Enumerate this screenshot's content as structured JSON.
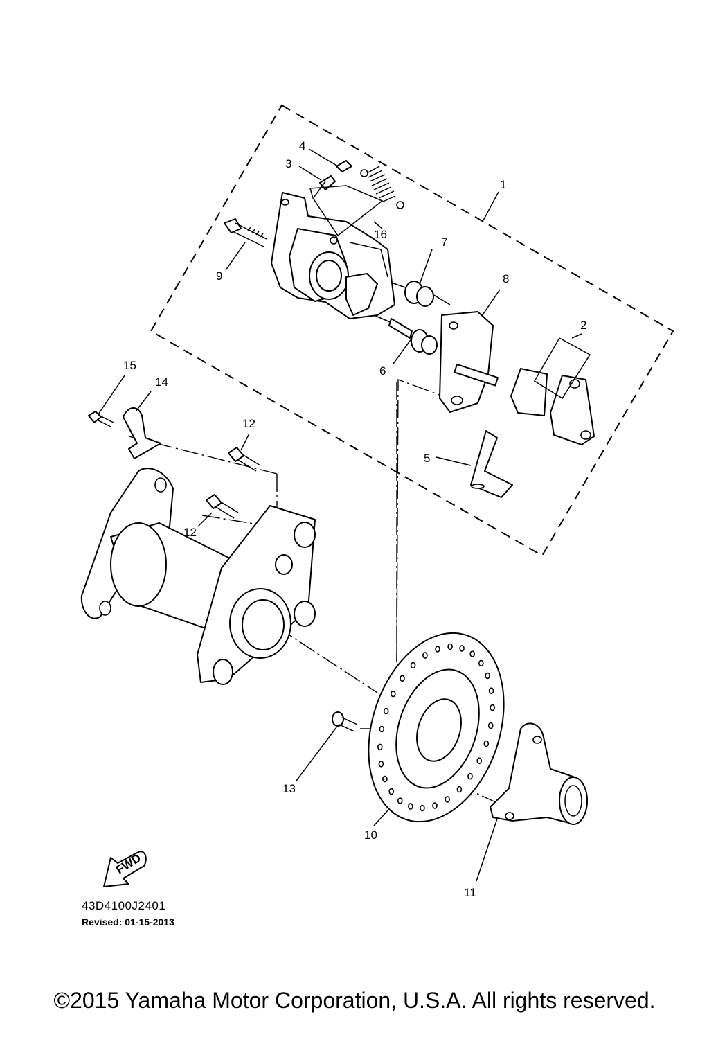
{
  "callouts": [
    "1",
    "2",
    "3",
    "4",
    "5",
    "6",
    "7",
    "8",
    "9",
    "10",
    "11",
    "12",
    "12",
    "13",
    "14",
    "15",
    "16"
  ],
  "fwd_label": "FWD",
  "doc_code": "43D4100J2401",
  "revised": "Revised: 01-15-2013",
  "copyright": "©2015 Yamaha Motor Corporation, U.S.A. All rights reserved."
}
